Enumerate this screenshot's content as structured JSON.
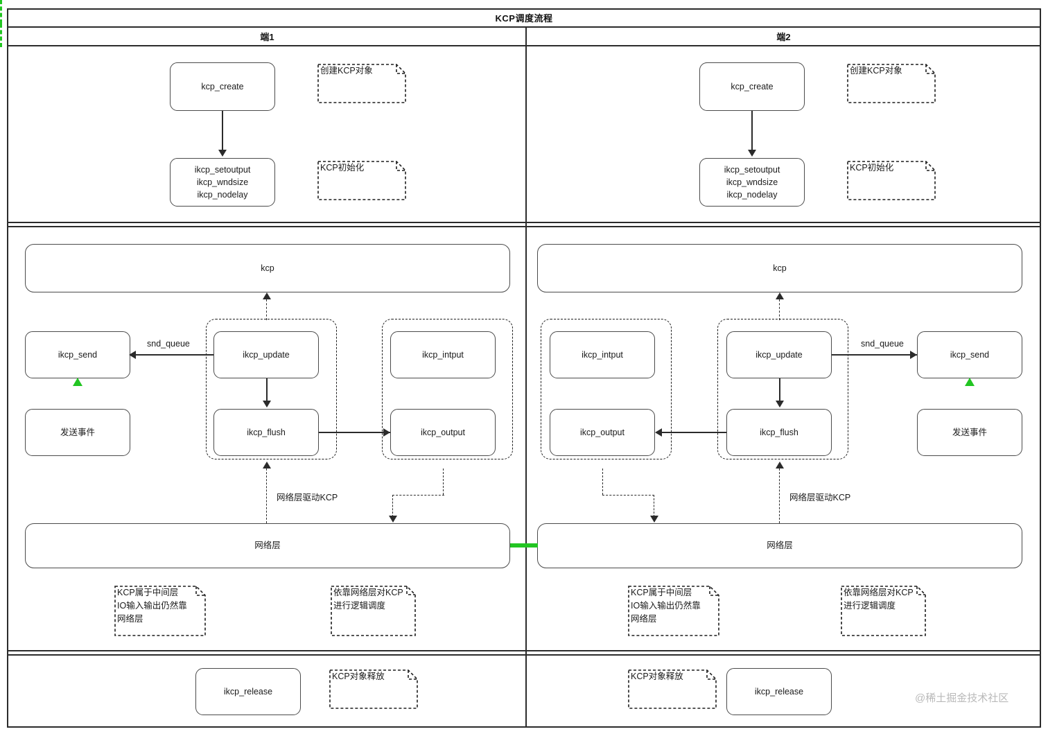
{
  "diagram": {
    "title": "KCP调度流程",
    "lanes": [
      {
        "id": "left",
        "label": "端1"
      },
      {
        "id": "right",
        "label": "端2"
      }
    ],
    "watermark": "@稀土掘金技术社区"
  },
  "left": {
    "setup": {
      "create_box": "kcp_create",
      "init_box": "ikcp_setoutput\nikcp_wndsize\nikcp_nodelay",
      "note_create": "创建KCP对象",
      "note_init": "KCP初始化"
    },
    "runtime": {
      "kcp_layer": "kcp",
      "send_box": "ikcp_send",
      "event_box": "发送事件",
      "update_box": "ikcp_update",
      "flush_box": "ikcp_flush",
      "input_box": "ikcp_intput",
      "output_box": "ikcp_output",
      "network_layer": "网络层",
      "edge_snd_queue": "snd_queue",
      "edge_drive": "网络层驱动KCP",
      "note_middle": "KCP属于中间层\nIO输入输出仍然靠\n网络层",
      "note_schedule": "依靠网络层对KCP\n进行逻辑调度"
    },
    "teardown": {
      "release_box": "ikcp_release",
      "note_release": "KCP对象释放"
    }
  },
  "right": {
    "setup": {
      "create_box": "kcp_create",
      "init_box": "ikcp_setoutput\nikcp_wndsize\nikcp_nodelay",
      "note_create": "创建KCP对象",
      "note_init": "KCP初始化"
    },
    "runtime": {
      "kcp_layer": "kcp",
      "send_box": "ikcp_send",
      "event_box": "发送事件",
      "update_box": "ikcp_update",
      "flush_box": "ikcp_flush",
      "input_box": "ikcp_intput",
      "output_box": "ikcp_output",
      "network_layer": "网络层",
      "edge_snd_queue": "snd_queue",
      "edge_drive": "网络层驱动KCP",
      "note_middle": "KCP属于中间层\nIO输入输出仍然靠\n网络层",
      "note_schedule": "依靠网络层对KCP\n进行逻辑调度"
    },
    "teardown": {
      "release_box": "ikcp_release",
      "note_release": "KCP对象释放"
    }
  },
  "colors": {
    "stroke": "#2b2b2b",
    "box_stroke": "#4a4a4a",
    "accent_green": "#22c522",
    "watermark": "#b9b9b9"
  }
}
